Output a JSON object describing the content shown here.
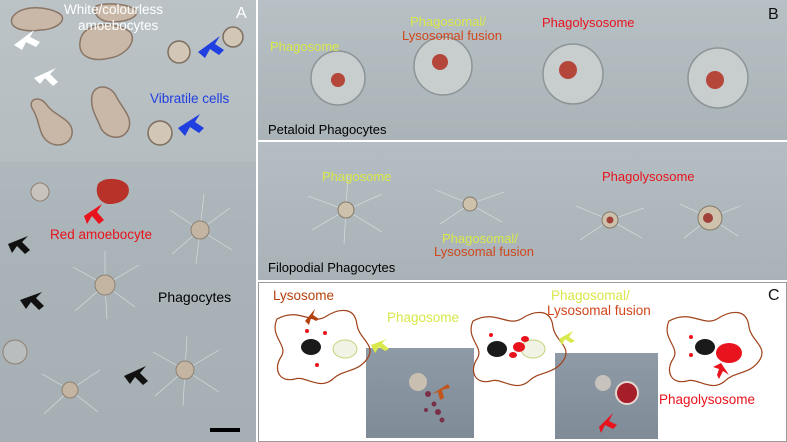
{
  "panel_a": {
    "letter": "A",
    "white_label_1": "White/colourless",
    "white_label_2": "amoebocytes",
    "vibratile_label": "Vibratile cells",
    "red_label": "Red amoebocyte",
    "phagocytes_label": "Phagocytes"
  },
  "panel_b": {
    "letter": "B",
    "petaloid": {
      "title": "Petaloid Phagocytes",
      "phagosome": "Phagosome",
      "fusion_a": "Phagosomal/",
      "fusion_b": "Lysosomal fusion",
      "phagolysosome": "Phagolysosome"
    },
    "filopodial": {
      "title": "Filopodial Phagocytes",
      "phagosome": "Phagosome",
      "fusion_a": "Phagosomal/",
      "fusion_b": "Lysosomal fusion",
      "phagolysosome": "Phagolysosome"
    }
  },
  "panel_c": {
    "letter": "C",
    "lysosome": "Lysosome",
    "phagosome": "Phagosome",
    "fusion_a": "Phagosomal/",
    "fusion_b": "Lysosomal fusion",
    "phagolysosome": "Phagolysosome"
  },
  "colors": {
    "white_arrow": "#ffffff",
    "blue": "#1f3fe0",
    "red": "#e8131c",
    "black": "#111111",
    "phagosome_yellow": "#d9e84a",
    "lysosome_brown": "#b4410d",
    "fusion_orange": "#d1461a"
  }
}
